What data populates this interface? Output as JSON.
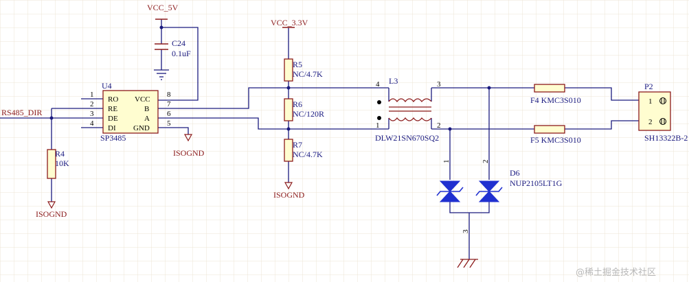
{
  "colors": {
    "background": "#ffffff",
    "grid": "#ece4d4",
    "wire": "#1a1a7e",
    "component_body": "#fffdd0",
    "component_border": "#8b1a1a",
    "power_symbol": "#8b1a1a",
    "tvs_diode": "#2030d0",
    "pin_text": "#000000",
    "net_label_text": "#8b1a1a",
    "designator_text": "#1a1a80",
    "watermark": "#b8b8b8"
  },
  "power": {
    "vcc_5v": "VCC_5V",
    "vcc_3v3": "VCC_3.3V",
    "isognd_u4": "ISOGND",
    "isognd_r4": "ISOGND",
    "isognd_r7": "ISOGND"
  },
  "net_labels": {
    "rs485_dir": "RS485_DIR"
  },
  "u4": {
    "designator": "U4",
    "part": "SP3485",
    "left_pins": [
      {
        "num": "1",
        "name": "RO"
      },
      {
        "num": "2",
        "name": "RE"
      },
      {
        "num": "3",
        "name": "DE"
      },
      {
        "num": "4",
        "name": "DI"
      }
    ],
    "right_pins": [
      {
        "num": "8",
        "name": "VCC"
      },
      {
        "num": "7",
        "name": "B"
      },
      {
        "num": "6",
        "name": "A"
      },
      {
        "num": "5",
        "name": "GND"
      }
    ]
  },
  "c24": {
    "designator": "C24",
    "value": "0.1uF"
  },
  "r4": {
    "designator": "R4",
    "value": "10K"
  },
  "r5": {
    "designator": "R5",
    "value": "NC/4.7K"
  },
  "r6": {
    "designator": "R6",
    "value": "NC/120R"
  },
  "r7": {
    "designator": "R7",
    "value": "NC/4.7K"
  },
  "l3": {
    "designator": "L3",
    "part": "DLW21SN670SQ2",
    "pins": {
      "p1": "1",
      "p2": "2",
      "p3": "3",
      "p4": "4"
    }
  },
  "f4": {
    "label": "F4 KMC3S010"
  },
  "f5": {
    "label": "F5 KMC3S010"
  },
  "d6": {
    "designator": "D6",
    "part": "NUP2105LT1G",
    "pins": {
      "p1": "1",
      "p2": "2",
      "p3": "3"
    }
  },
  "p2": {
    "designator": "P2",
    "part": "SH13322B-2",
    "pins": [
      "1",
      "2"
    ]
  },
  "watermark": "@稀土掘金技术社区"
}
